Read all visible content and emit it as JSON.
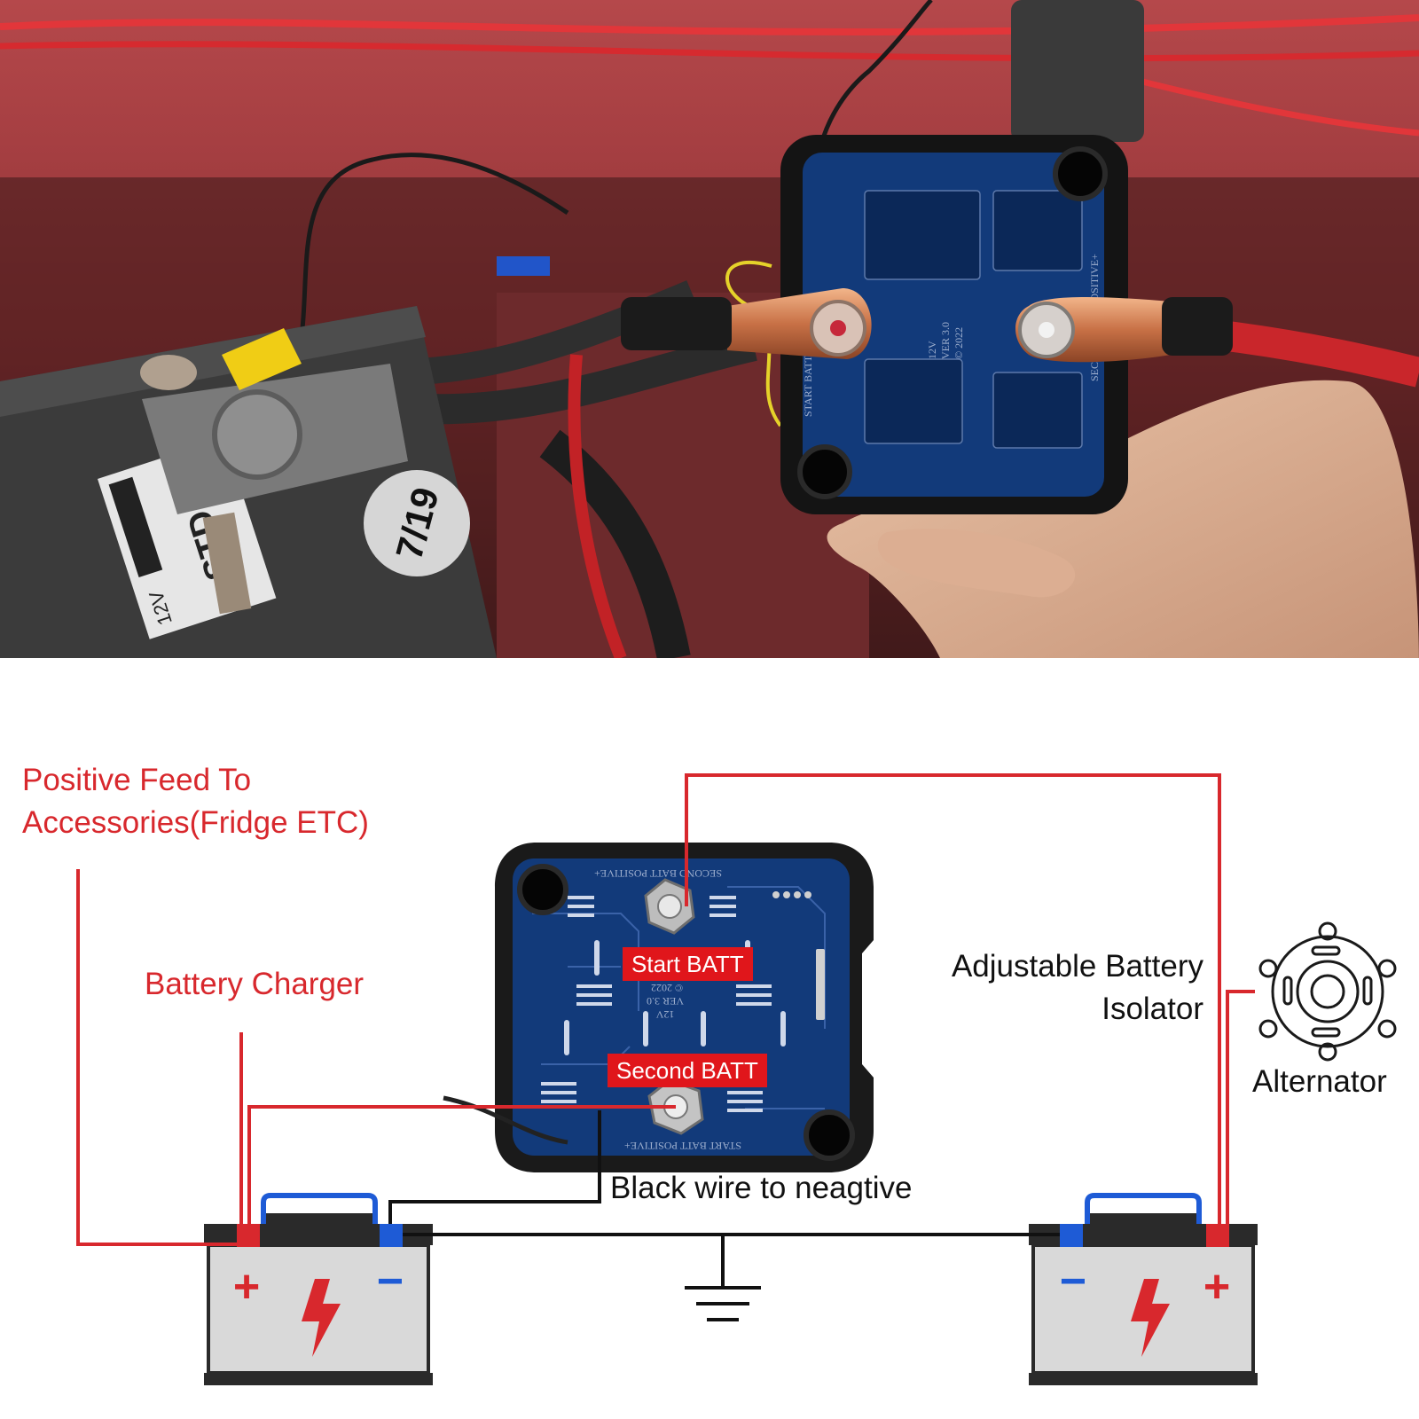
{
  "photo": {
    "battery_sticker": "7/19",
    "battery_label": "STD",
    "battery_voltage": "12V",
    "pcb_version": "VER 3.0",
    "pcb_voltage": "12V",
    "pcb_year": "© 2022",
    "pcb_left_text": "START BATT",
    "pcb_right_text": "SECOND BATT POSITIVE+"
  },
  "diagram": {
    "labels": {
      "positive_feed_line1": "Positive Feed To",
      "positive_feed_line2": "Accessories(Fridge ETC)",
      "battery_charger": "Battery Charger",
      "isolator_line1": "Adjustable Battery",
      "isolator_line2": "Isolator",
      "alternator": "Alternator",
      "black_wire": "Black wire to neagtive",
      "start_batt": "Start BATT",
      "second_batt": "Second BATT"
    },
    "pcb_text": {
      "top": "SECOND BATT POSITIVE+",
      "bottom": "START BATT POSITIVE+",
      "version": "VER 3.0",
      "voltage": "12V",
      "year": "© 2022"
    },
    "battery_symbols": {
      "plus": "+",
      "minus": "−"
    },
    "colors": {
      "wire_red": "#d8282d",
      "wire_black": "#111111",
      "pcb_blue": "#123a7a",
      "terminal_blue": "#1e5bd6"
    }
  }
}
